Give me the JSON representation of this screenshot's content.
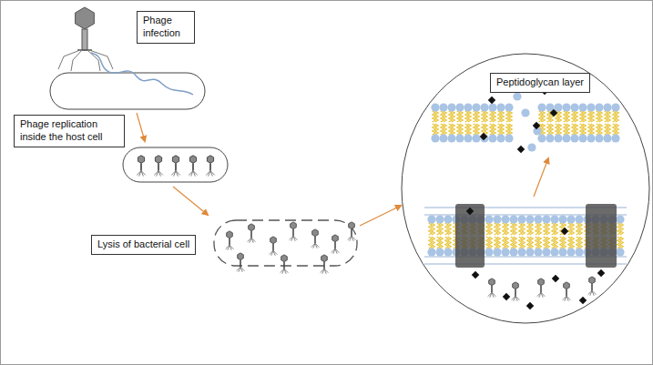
{
  "diagram": {
    "nodes": [
      {
        "text": [
          "Phage infection"
        ]
      },
      {
        "text": [
          "Phage replication inside the host cell"
        ]
      },
      {
        "text": [
          "Lysis of bacterial cell"
        ]
      },
      {
        "text": [
          "Peptidoglycan layer"
        ]
      }
    ]
  }
}
